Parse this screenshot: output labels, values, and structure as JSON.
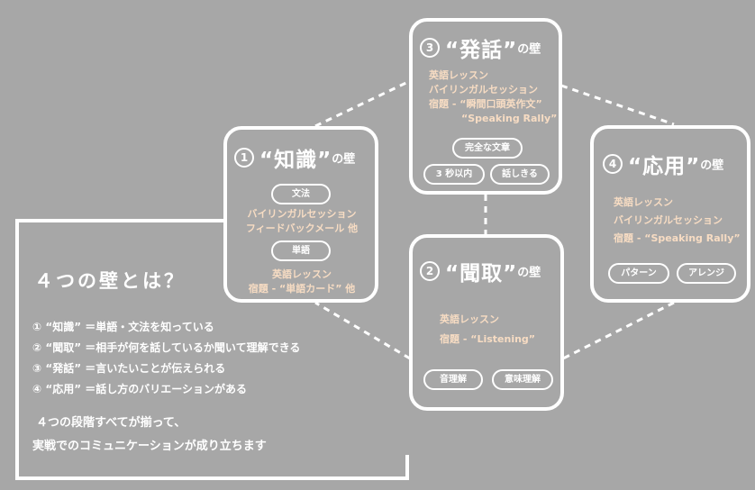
{
  "walls": {
    "knowledge": {
      "number": "1",
      "title": "“知識”",
      "suffix": "の壁",
      "pill_top": "文法",
      "lines_mid": [
        "バイリンガルセッション",
        "フィードバックメール 他"
      ],
      "pill_mid": "単語",
      "lines_bottom": [
        "英語レッスン",
        "宿題 - “単語カード” 他"
      ]
    },
    "listening": {
      "number": "2",
      "title": "“聞取”",
      "suffix": "の壁",
      "lines": [
        "英語レッスン",
        "宿題 -  “Listening”"
      ],
      "pills": [
        "音理解",
        "意味理解"
      ]
    },
    "speaking": {
      "number": "3",
      "title": "“発話”",
      "suffix": "の壁",
      "lines": [
        "英語レッスン",
        "バイリンガルセッション",
        "宿題 - “瞬間口頭英作文”",
        "“Speaking Rally”"
      ],
      "pills": [
        "完全な文章",
        "3 秒以内",
        "話しきる"
      ]
    },
    "application": {
      "number": "4",
      "title": "“応用”",
      "suffix": "の壁",
      "lines": [
        "英語レッスン",
        "バイリンガルセッション",
        "宿題 - “Speaking Rally”"
      ],
      "pills": [
        "パターン",
        "アレンジ"
      ]
    }
  },
  "summary_box": {
    "heading": "４つの壁とは？",
    "items": [
      "① “知識” ＝単語・文法を知っている",
      "② “聞取” ＝相手が何を話しているか聞いて理解できる",
      "③ “発話” ＝言いたいことが伝えられる",
      "④ “応用” ＝話し方のバリエーションがある"
    ],
    "conclusion": [
      "４つの段階すべてが揃って、",
      "実戦でのコミュニケーションが成り立ちます"
    ]
  },
  "colors": {
    "background": "#a7a7a7",
    "stroke": "#ffffff",
    "accent": "#f7dcc3"
  }
}
